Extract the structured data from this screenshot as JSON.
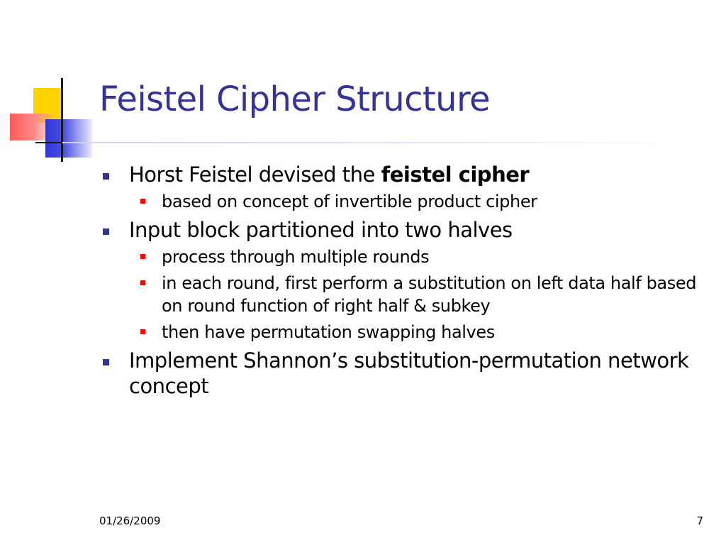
{
  "slide": {
    "title": "Feistel Cipher Structure",
    "bullets": [
      {
        "text": "Horst Feistel devised the ",
        "emphasis": "feistel cipher",
        "subbullets": [
          {
            "text": "based on concept of invertible product cipher"
          }
        ]
      },
      {
        "text": "Input block partitioned into two halves",
        "subbullets": [
          {
            "text": "process through multiple rounds"
          },
          {
            "text": "in each round, first perform a substitution on left data half based on round function of right half & subkey"
          },
          {
            "text": "then have permutation swapping halves"
          }
        ]
      },
      {
        "text": "Implement Shannon’s substitution-permutation network concept",
        "subbullets": []
      }
    ],
    "footer": {
      "date": "01/26/2009",
      "page": "7"
    }
  },
  "colors": {
    "title": "#333399",
    "level1_marker": "#333399",
    "level2_marker": "#ff0000",
    "logo_yellow": "#ffd400",
    "logo_red": "#ff5a5a",
    "logo_blue": "#2f36d8"
  },
  "icons": {
    "logo": "overlapping-squares-logo-icon",
    "level1_marker": "square-bullet-icon",
    "level2_marker": "square-bullet-icon"
  }
}
